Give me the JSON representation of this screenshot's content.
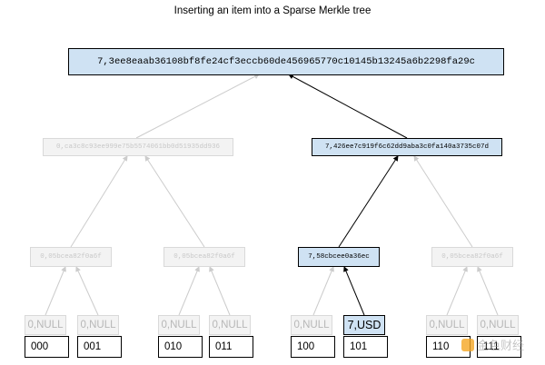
{
  "title": "Inserting an item into a Sparse Merkle tree",
  "root": "7,3ee8eaab36108bf8fe24cf3eccb60de456965770c10145b13245a6b2298fa29c",
  "level1": {
    "left": "0,ca3c8c93ee999e75b5574061bb0d51935dd936",
    "right": "7,426ee7c919f6c62dd9aba3c0fa140a3735c07d"
  },
  "level2": {
    "n0": "0,05bcea82f0a6f",
    "n1": "0,05bcea82f0a6f",
    "n2": "7,58cbcee0a36ec",
    "n3": "0,05bcea82f0a6f"
  },
  "leaves": {
    "v0": "0,NULL",
    "v1": "0,NULL",
    "v2": "0,NULL",
    "v3": "0,NULL",
    "v4": "0,NULL",
    "v5": "7,USD",
    "v6": "0,NULL",
    "v7": "0,NULL"
  },
  "keys": {
    "k0": "000",
    "k1": "001",
    "k2": "010",
    "k3": "011",
    "k4": "100",
    "k5": "101",
    "k6": "110",
    "k7": "111"
  },
  "watermark": {
    "text": "金色财经",
    "icon": "golden-logo-icon"
  },
  "colors": {
    "active_fill": "#cfe2f3",
    "faded_fill": "#f3f3f3",
    "faded_edge": "#cccccc",
    "active_edge": "#000000"
  }
}
